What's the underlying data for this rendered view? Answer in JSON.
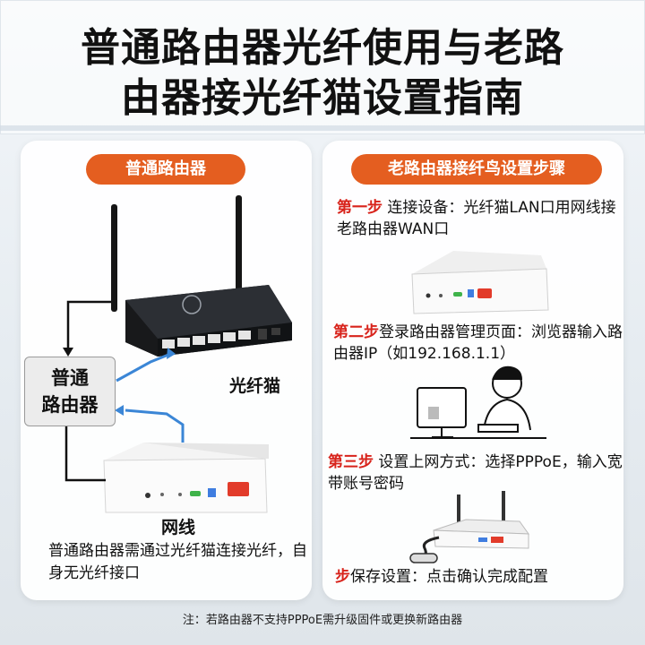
{
  "title_line1": "普通路由器光纤使用与老路",
  "title_line2": "由器接光纤猫设置指南",
  "left_panel": {
    "header": "普通路由器",
    "router_box_line1": "普通",
    "router_box_line2": "路由器",
    "fiber_label": "光纤猫",
    "cable_label": "网线",
    "description": "普通路由器需通过光纤猫连接光纤，自身无光纤接口"
  },
  "right_panel": {
    "header": "老路由器接纤鸟设置步骤",
    "steps": [
      {
        "prefix": "第一步",
        "text": " 连接设备：光纤猫LAN口用网线接老路由器WAN口"
      },
      {
        "prefix": "第二步",
        "text": "登录路由器管理页面：浏览器输入路由器IP（如192.168.1.1）"
      },
      {
        "prefix": "第三步",
        "text": " 设置上网方式：选择PPPoE，输入宽带账号密码"
      },
      {
        "prefix": "步",
        "text": "保存设置：点击确认完成配置"
      }
    ]
  },
  "footnote": "注：若路由器不支持PPPoE需升级固件或更换新路由器",
  "colors": {
    "accent": "#e45e20",
    "step_highlight": "#d8231b",
    "link_arrow": "#3b86d6"
  }
}
